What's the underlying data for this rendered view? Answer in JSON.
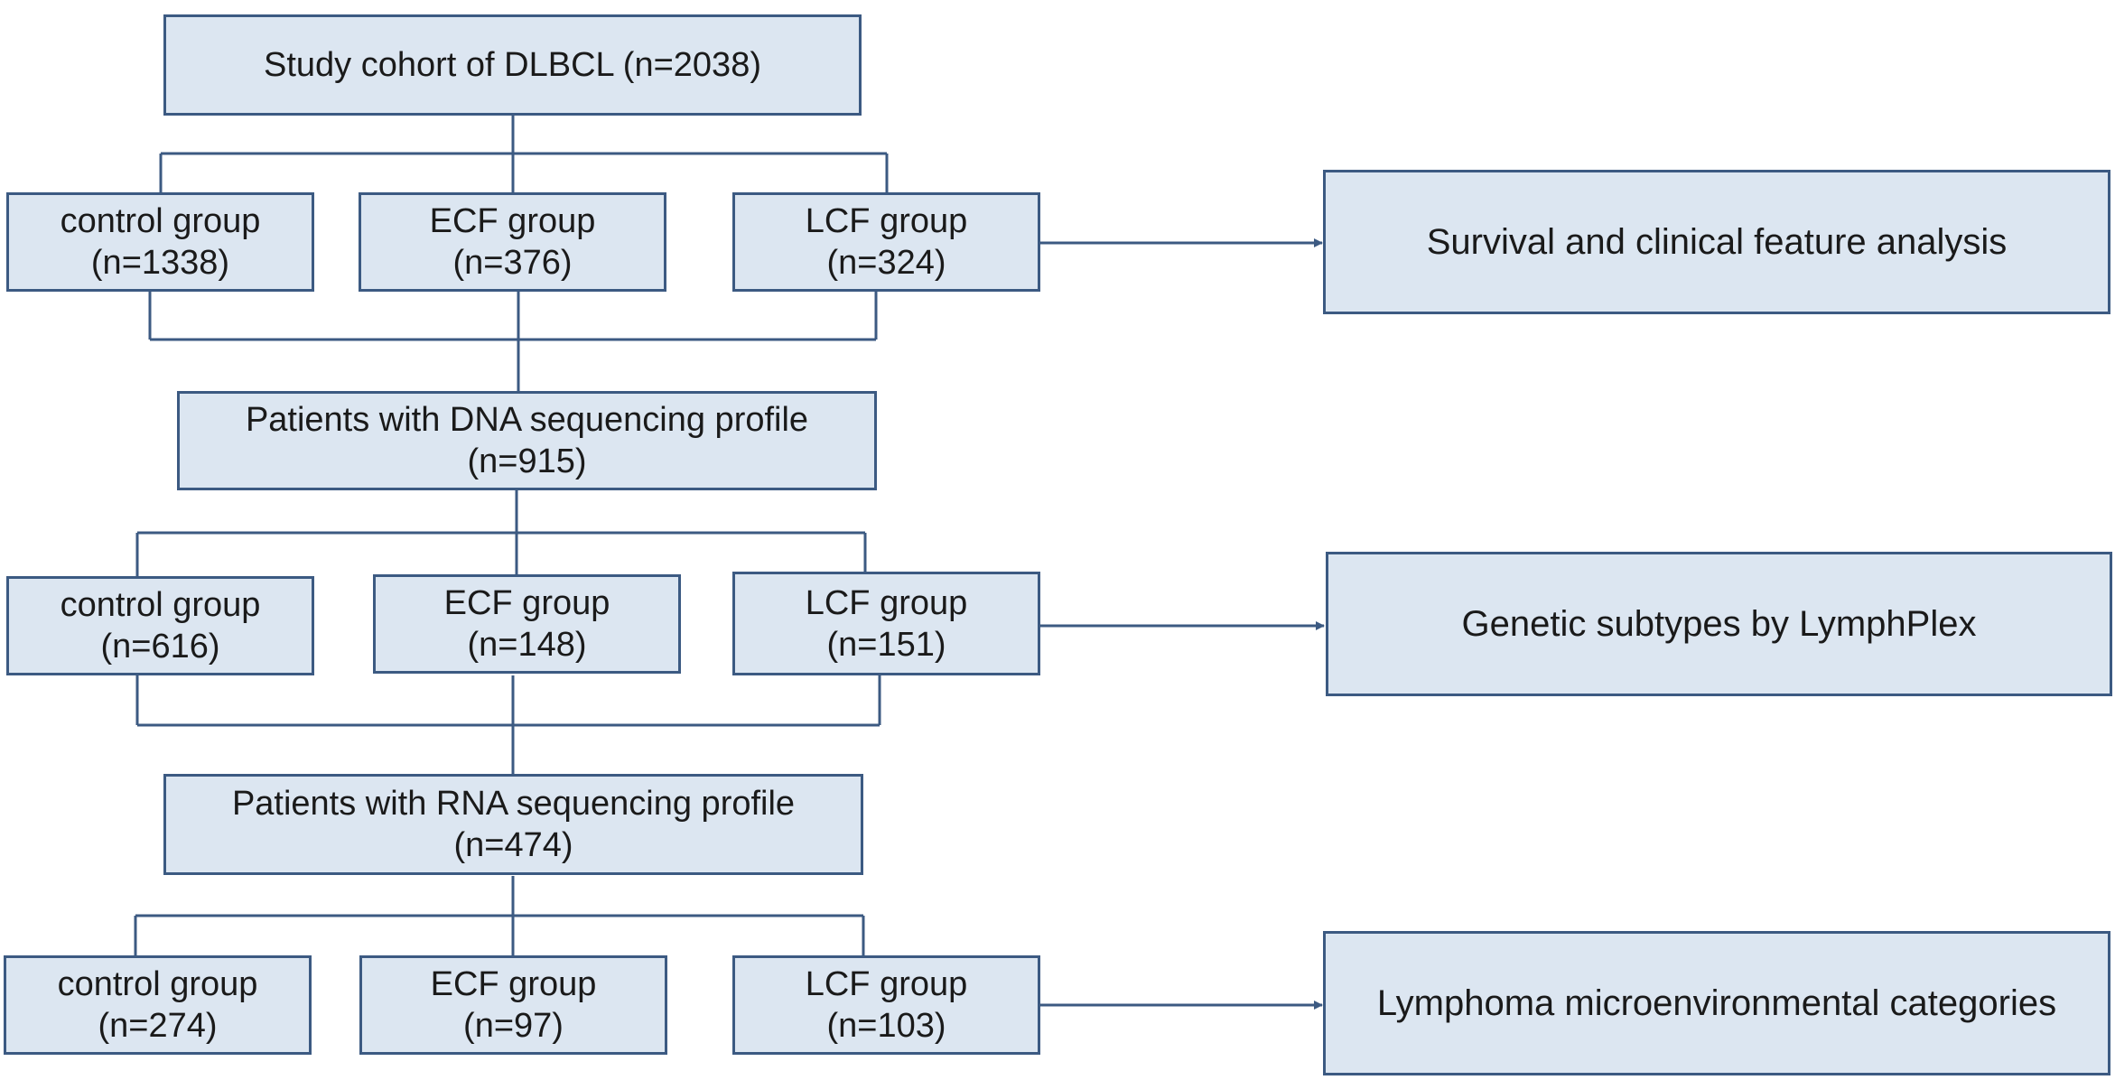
{
  "cohort": {
    "line1": "Study cohort of DLBCL  (n=2038)"
  },
  "tier1": {
    "control": {
      "label": "control group",
      "n": "(n=1338)"
    },
    "ecf": {
      "label": "ECF group",
      "n": "(n=376)"
    },
    "lcf": {
      "label": "LCF group",
      "n": "(n=324)"
    },
    "result": "Survival and clinical  feature  analysis"
  },
  "dna": {
    "line1": "Patients with DNA sequencing  profile",
    "line2": "(n=915)"
  },
  "tier2": {
    "control": {
      "label": "control group",
      "n": "(n=616)"
    },
    "ecf": {
      "label": "ECF group",
      "n": "(n=148)"
    },
    "lcf": {
      "label": "LCF group",
      "n": "(n=151)"
    },
    "result": "Genetic subtypes  by LymphPlex"
  },
  "rna": {
    "line1": "Patients with RNA sequencing  profile",
    "line2": "(n=474)"
  },
  "tier3": {
    "control": {
      "label": "control group",
      "n": "(n=274)"
    },
    "ecf": {
      "label": "ECF group",
      "n": "(n=97)"
    },
    "lcf": {
      "label": "LCF group",
      "n": "(n=103)"
    },
    "result": "Lymphoma  microenvironmental  categories"
  },
  "colors": {
    "box_fill": "#dce6f1",
    "stroke": "#3c5a82"
  }
}
